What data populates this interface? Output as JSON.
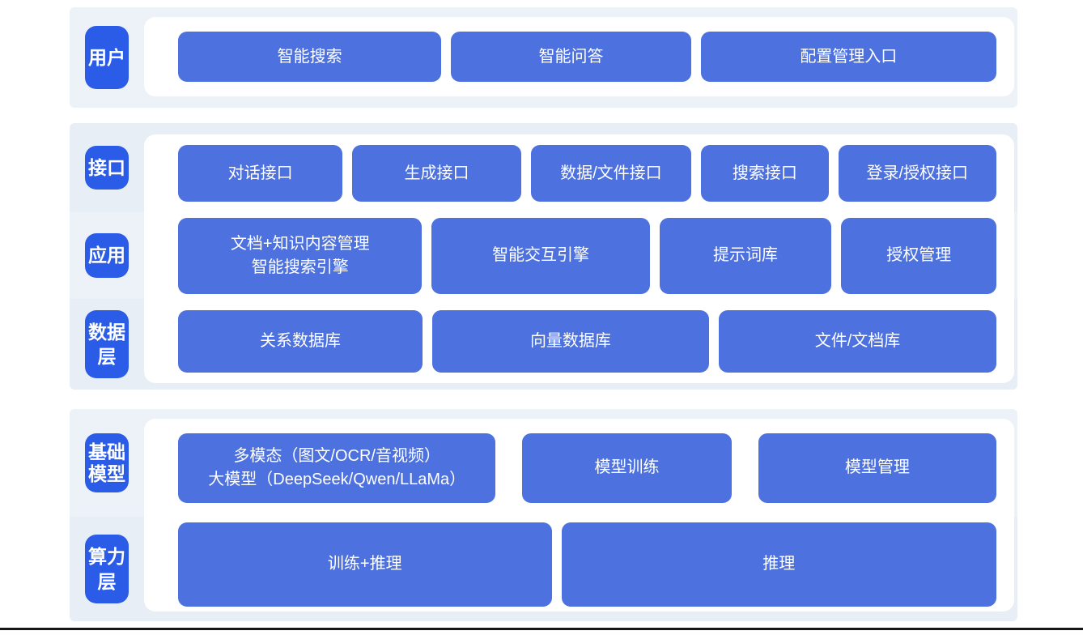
{
  "colors": {
    "label_pill_blue": "#2B5CE7",
    "block_blue": "#4D71DE",
    "band_tint": "#EDF2F9",
    "band_tint_alt": "#E7EEF6",
    "panel_white": "#FFFFFF",
    "text_white": "#FFFFFF",
    "bottom_line": "#161616"
  },
  "layers": [
    {
      "labels": [
        {
          "text": "用户"
        }
      ],
      "rows": [
        {
          "blocks": [
            {
              "label": "智能搜索"
            },
            {
              "label": "智能问答"
            },
            {
              "label": "配置管理入口"
            }
          ]
        }
      ]
    },
    {
      "labels": [
        {
          "text": "接口"
        },
        {
          "text": "应用"
        },
        {
          "text": "数据层"
        }
      ],
      "rows": [
        {
          "blocks": [
            {
              "label": "对话接口"
            },
            {
              "label": "生成接口"
            },
            {
              "label": "数据/文件接口"
            },
            {
              "label": "搜索接口"
            },
            {
              "label": "登录/授权接口"
            }
          ]
        },
        {
          "blocks": [
            {
              "label": "文档+知识内容管理\n智能搜索引擎"
            },
            {
              "label": "智能交互引擎"
            },
            {
              "label": "提示词库"
            },
            {
              "label": "授权管理"
            }
          ]
        },
        {
          "blocks": [
            {
              "label": "关系数据库"
            },
            {
              "label": "向量数据库"
            },
            {
              "label": "文件/文档库"
            }
          ]
        }
      ]
    },
    {
      "labels": [
        {
          "text": "基础模型"
        },
        {
          "text": "算力层"
        }
      ],
      "rows": [
        {
          "blocks": [
            {
              "label": "多模态（图文/OCR/音视频）\n大模型（DeepSeek/Qwen/LLaMa）"
            },
            {
              "label": "模型训练"
            },
            {
              "label": "模型管理"
            }
          ]
        },
        {
          "blocks": [
            {
              "label": "训练+推理"
            },
            {
              "label": "推理"
            }
          ]
        }
      ]
    }
  ]
}
